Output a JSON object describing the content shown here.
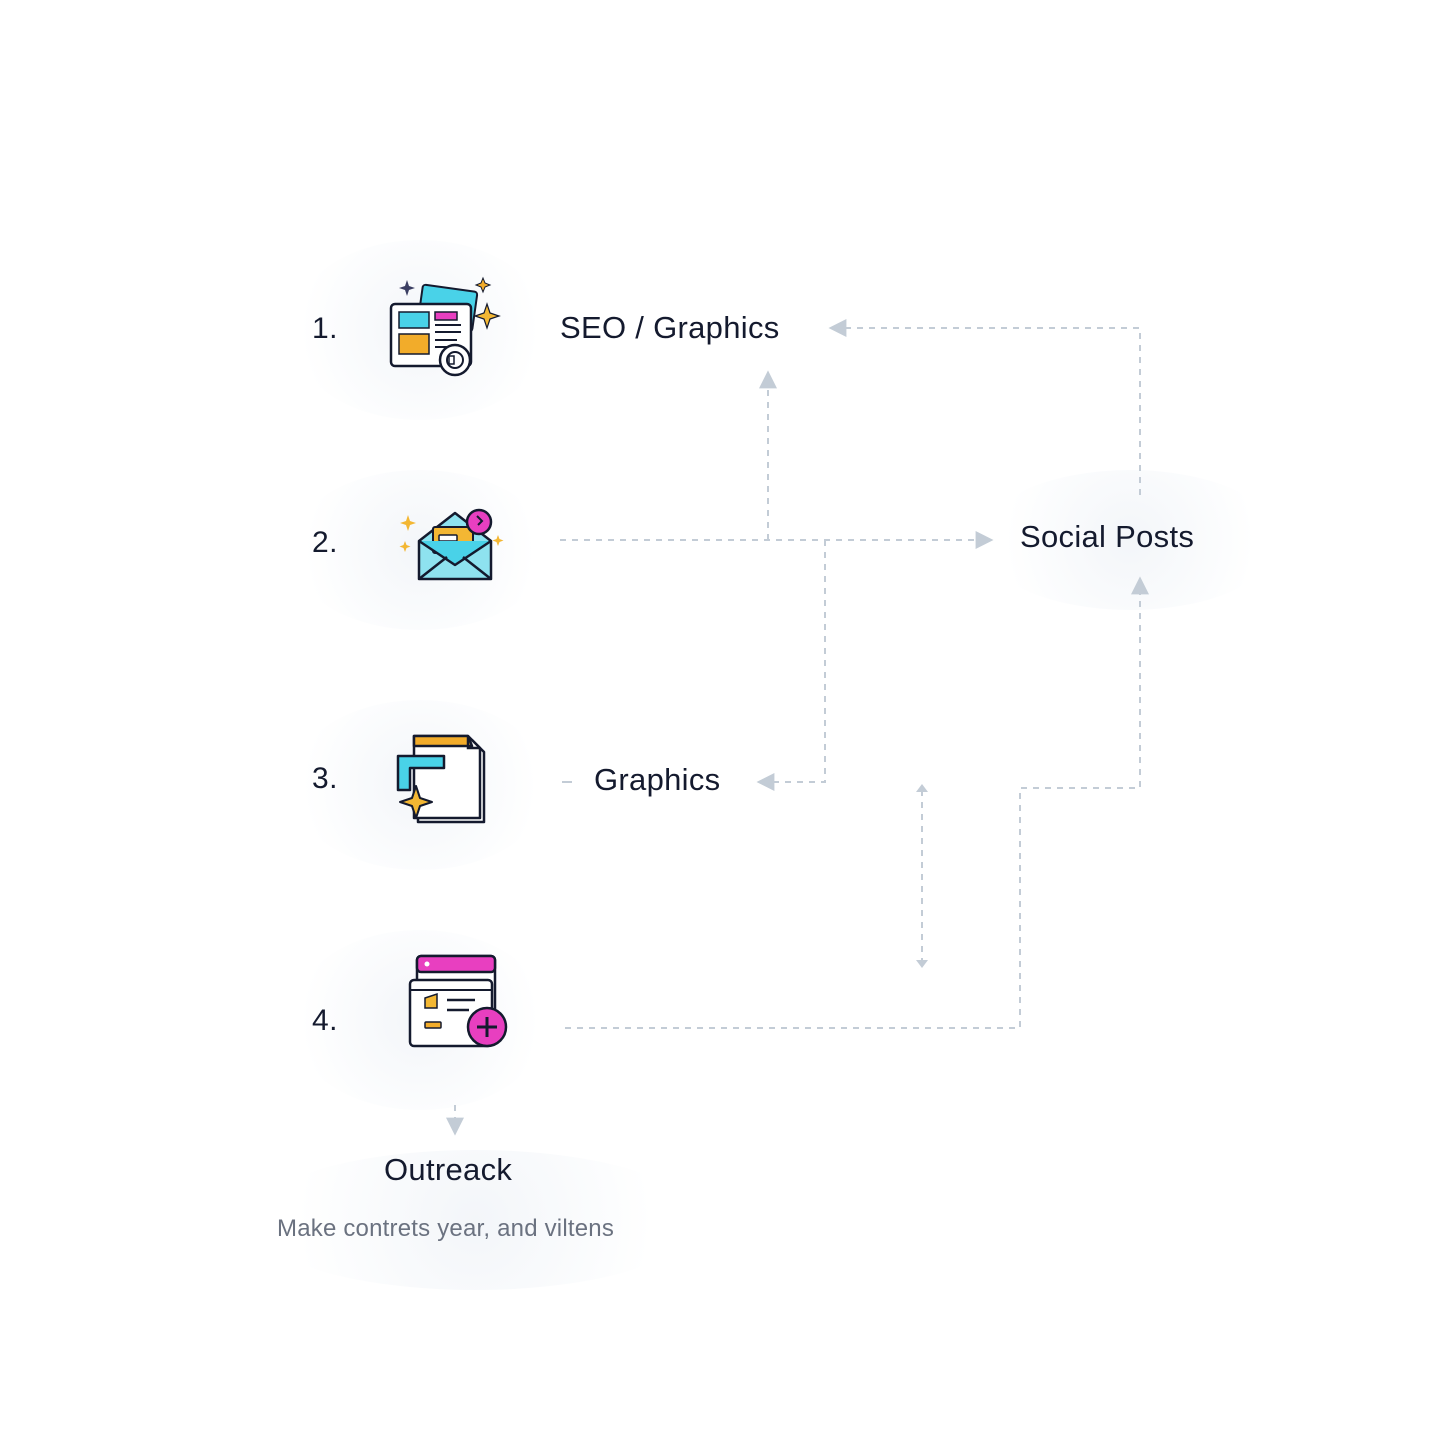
{
  "steps": [
    {
      "number": "1.",
      "icon": "newspaper-graphics-icon"
    },
    {
      "number": "2.",
      "icon": "envelope-icon"
    },
    {
      "number": "3.",
      "icon": "document-icon"
    },
    {
      "number": "4.",
      "icon": "browser-add-icon"
    }
  ],
  "nodes": {
    "seo_graphics": "SEO / Graphics",
    "social_posts": "Social Posts",
    "graphics": "Graphics",
    "outreach": "Outreack"
  },
  "caption": "Make contrets year, and viltens",
  "colors": {
    "ink": "#141a2e",
    "connector": "#c3ccd6",
    "cyan": "#49d2e8",
    "magenta": "#e83fc0",
    "orange": "#f2ac2a",
    "gold": "#f3b733"
  }
}
